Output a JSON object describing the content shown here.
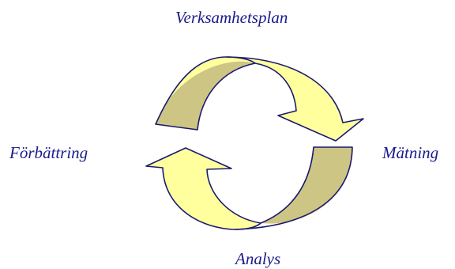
{
  "diagram": {
    "type": "cycle",
    "stages": {
      "top": "Verksamhetsplan",
      "right": "Mätning",
      "bottom": "Analys",
      "left": "Förbättring"
    },
    "arrow_colors": {
      "front": "#ffff9e",
      "back": "#cdc583",
      "outline": "#1a1a6e"
    },
    "text_color": "#1a1a8c"
  }
}
